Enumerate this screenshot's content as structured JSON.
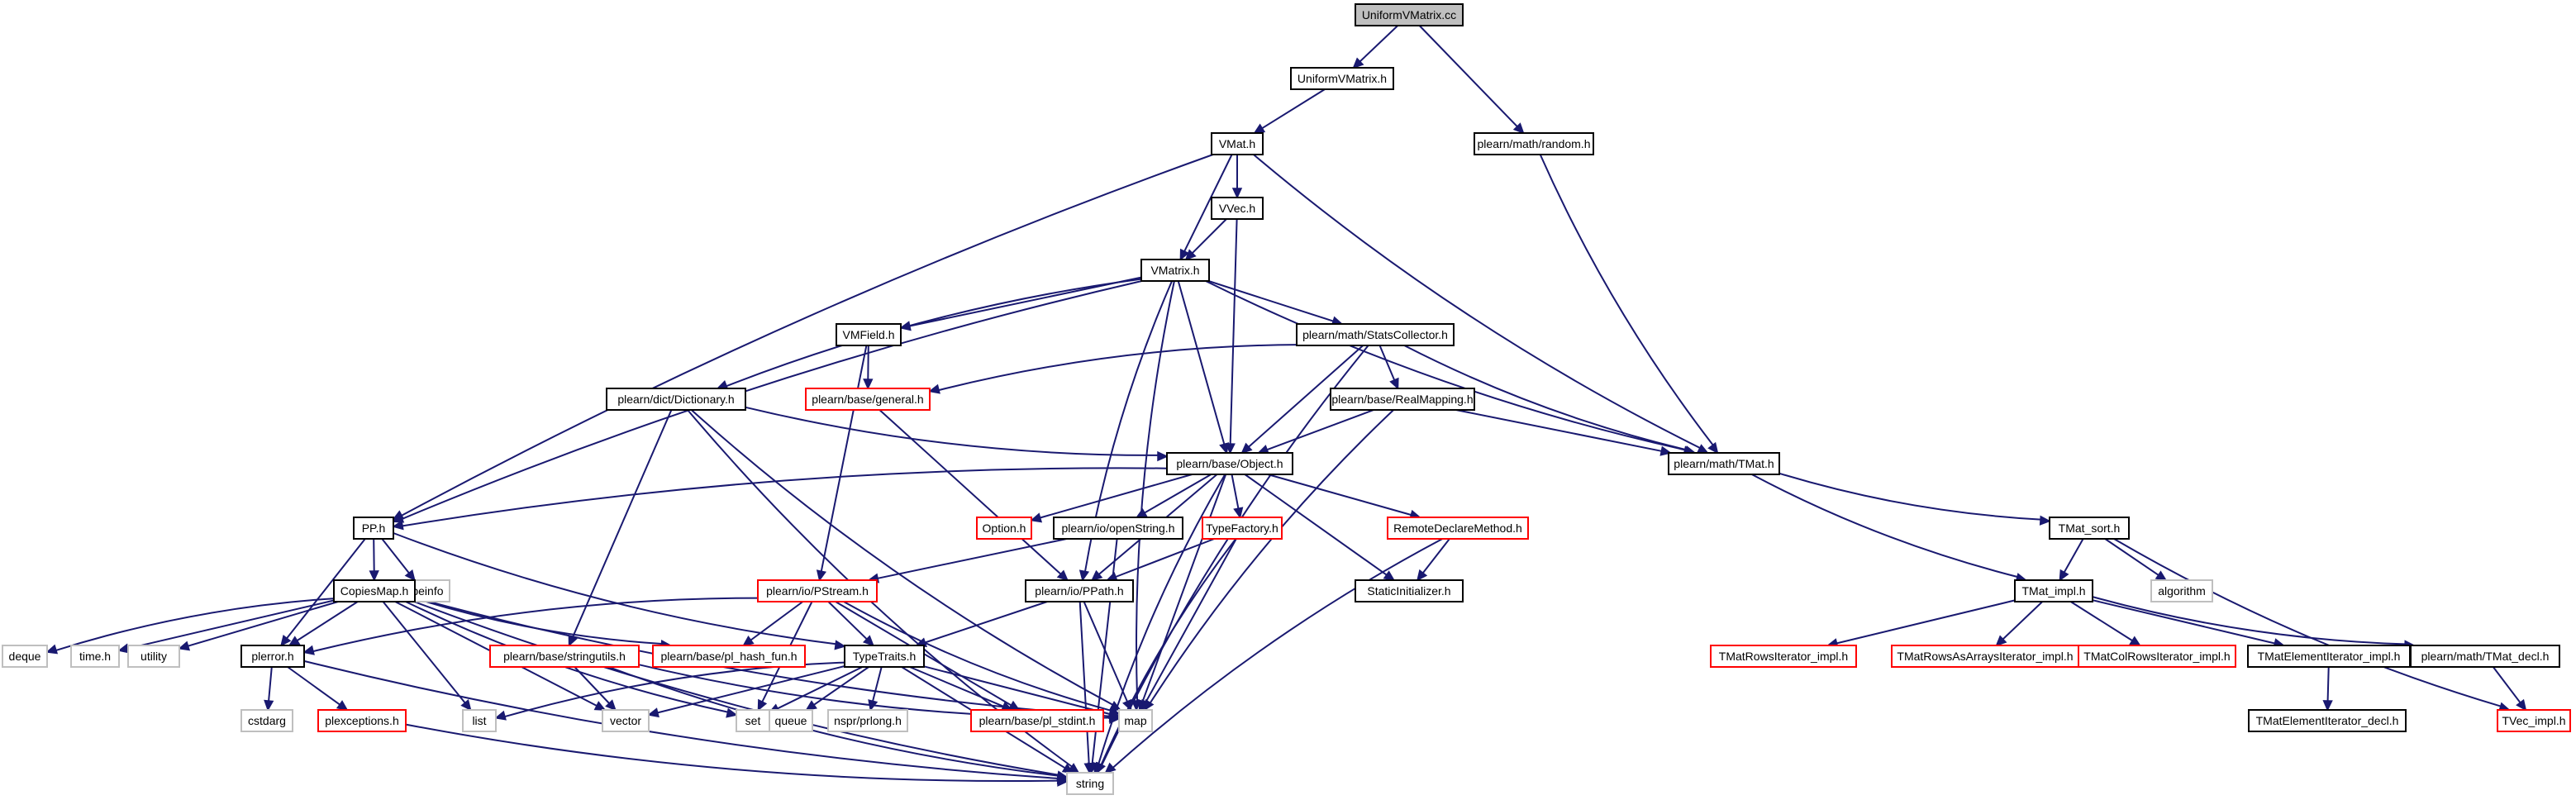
{
  "colors": {
    "normal_border": "#000000",
    "truncated_border": "#ff0000",
    "system_border": "#bfbfbf",
    "root_fill": "#bfbfbf",
    "edge": "#191970",
    "text": "#000000"
  },
  "nodes": [
    {
      "id": "UniformVMatrix_cc",
      "label": "UniformVMatrix.cc",
      "kind": "root"
    },
    {
      "id": "UniformVMatrix_h",
      "label": "UniformVMatrix.h",
      "kind": "normal"
    },
    {
      "id": "random_h",
      "label": "plearn/math/random.h",
      "kind": "normal"
    },
    {
      "id": "VMat_h",
      "label": "VMat.h",
      "kind": "normal"
    },
    {
      "id": "VVec_h",
      "label": "VVec.h",
      "kind": "normal"
    },
    {
      "id": "VMatrix_h",
      "label": "VMatrix.h",
      "kind": "normal"
    },
    {
      "id": "VMField_h",
      "label": "VMField.h",
      "kind": "normal"
    },
    {
      "id": "StatsCollector_h",
      "label": "plearn/math/StatsCollector.h",
      "kind": "normal"
    },
    {
      "id": "general_h",
      "label": "plearn/base/general.h",
      "kind": "truncated"
    },
    {
      "id": "RealMapping_h",
      "label": "plearn/base/RealMapping.h",
      "kind": "normal"
    },
    {
      "id": "Dictionary_h",
      "label": "plearn/dict/Dictionary.h",
      "kind": "normal"
    },
    {
      "id": "Object_h",
      "label": "plearn/base/Object.h",
      "kind": "normal"
    },
    {
      "id": "TMat_h",
      "label": "plearn/math/TMat.h",
      "kind": "normal"
    },
    {
      "id": "PP_h",
      "label": "PP.h",
      "kind": "normal"
    },
    {
      "id": "Option_h",
      "label": "Option.h",
      "kind": "truncated"
    },
    {
      "id": "openString_h",
      "label": "plearn/io/openString.h",
      "kind": "normal"
    },
    {
      "id": "TypeFactory_h",
      "label": "TypeFactory.h",
      "kind": "truncated"
    },
    {
      "id": "RemoteDeclareMethod_h",
      "label": "RemoteDeclareMethod.h",
      "kind": "truncated"
    },
    {
      "id": "TMat_sort_h",
      "label": "TMat_sort.h",
      "kind": "normal"
    },
    {
      "id": "typeinfo",
      "label": "typeinfo",
      "kind": "system"
    },
    {
      "id": "CopiesMap_h",
      "label": "CopiesMap.h",
      "kind": "normal"
    },
    {
      "id": "PStream_h",
      "label": "plearn/io/PStream.h",
      "kind": "truncated"
    },
    {
      "id": "PPath_h",
      "label": "plearn/io/PPath.h",
      "kind": "normal"
    },
    {
      "id": "StaticInitializer_h",
      "label": "StaticInitializer.h",
      "kind": "normal"
    },
    {
      "id": "TMat_impl_h",
      "label": "TMat_impl.h",
      "kind": "normal"
    },
    {
      "id": "algorithm",
      "label": "algorithm",
      "kind": "system"
    },
    {
      "id": "deque",
      "label": "deque",
      "kind": "system"
    },
    {
      "id": "time_h",
      "label": "time.h",
      "kind": "system"
    },
    {
      "id": "utility",
      "label": "utility",
      "kind": "system"
    },
    {
      "id": "plerror_h",
      "label": "plerror.h",
      "kind": "normal"
    },
    {
      "id": "stringutils_h",
      "label": "plearn/base/stringutils.h",
      "kind": "truncated"
    },
    {
      "id": "pl_hash_fun_h",
      "label": "plearn/base/pl_hash_fun.h",
      "kind": "truncated"
    },
    {
      "id": "TypeTraits_h",
      "label": "TypeTraits.h",
      "kind": "normal"
    },
    {
      "id": "TMatRowsIterator_impl_h",
      "label": "TMatRowsIterator_impl.h",
      "kind": "truncated"
    },
    {
      "id": "TMatRowsAsArraysIterator_impl_h",
      "label": "TMatRowsAsArraysIterator_impl.h",
      "kind": "truncated"
    },
    {
      "id": "TMatColRowsIterator_impl_h",
      "label": "TMatColRowsIterator_impl.h",
      "kind": "truncated"
    },
    {
      "id": "TMatElementIterator_impl_h",
      "label": "TMatElementIterator_impl.h",
      "kind": "normal"
    },
    {
      "id": "TMat_decl_h",
      "label": "plearn/math/TMat_decl.h",
      "kind": "normal"
    },
    {
      "id": "cstdarg",
      "label": "cstdarg",
      "kind": "system"
    },
    {
      "id": "plexceptions_h",
      "label": "plexceptions.h",
      "kind": "truncated"
    },
    {
      "id": "list",
      "label": "list",
      "kind": "system"
    },
    {
      "id": "vector",
      "label": "vector",
      "kind": "system"
    },
    {
      "id": "set",
      "label": "set",
      "kind": "system"
    },
    {
      "id": "queue",
      "label": "queue",
      "kind": "system"
    },
    {
      "id": "nspr_prlong_h",
      "label": "nspr/prlong.h",
      "kind": "system"
    },
    {
      "id": "pl_stdint_h",
      "label": "plearn/base/pl_stdint.h",
      "kind": "truncated"
    },
    {
      "id": "map",
      "label": "map",
      "kind": "system"
    },
    {
      "id": "TVec_impl_h",
      "label": "TVec_impl.h",
      "kind": "truncated"
    },
    {
      "id": "TMatElementIterator_decl_h",
      "label": "TMatElementIterator_decl.h",
      "kind": "normal"
    },
    {
      "id": "string",
      "label": "string",
      "kind": "system"
    }
  ],
  "edges": [
    [
      "UniformVMatrix_cc",
      "UniformVMatrix_h"
    ],
    [
      "UniformVMatrix_cc",
      "random_h"
    ],
    [
      "UniformVMatrix_h",
      "VMat_h"
    ],
    [
      "random_h",
      "TMat_h"
    ],
    [
      "VMat_h",
      "VVec_h"
    ],
    [
      "VMat_h",
      "VMatrix_h"
    ],
    [
      "VMat_h",
      "PP_h"
    ],
    [
      "VMat_h",
      "TMat_h"
    ],
    [
      "VVec_h",
      "VMatrix_h"
    ],
    [
      "VVec_h",
      "Object_h"
    ],
    [
      "VMatrix_h",
      "VMField_h"
    ],
    [
      "VMatrix_h",
      "StatsCollector_h"
    ],
    [
      "VMatrix_h",
      "Dictionary_h"
    ],
    [
      "VMatrix_h",
      "Object_h"
    ],
    [
      "VMatrix_h",
      "TMat_h"
    ],
    [
      "VMatrix_h",
      "PP_h"
    ],
    [
      "VMatrix_h",
      "PPath_h"
    ],
    [
      "VMatrix_h",
      "map"
    ],
    [
      "VMField_h",
      "general_h"
    ],
    [
      "VMField_h",
      "PStream_h"
    ],
    [
      "StatsCollector_h",
      "general_h"
    ],
    [
      "StatsCollector_h",
      "RealMapping_h"
    ],
    [
      "StatsCollector_h",
      "Object_h"
    ],
    [
      "StatsCollector_h",
      "TMat_h"
    ],
    [
      "StatsCollector_h",
      "string"
    ],
    [
      "general_h",
      "PPath_h"
    ],
    [
      "RealMapping_h",
      "Object_h"
    ],
    [
      "RealMapping_h",
      "TMat_h"
    ],
    [
      "RealMapping_h",
      "map"
    ],
    [
      "Dictionary_h",
      "Object_h"
    ],
    [
      "Dictionary_h",
      "stringutils_h"
    ],
    [
      "Dictionary_h",
      "map"
    ],
    [
      "Dictionary_h",
      "string"
    ],
    [
      "Object_h",
      "PP_h"
    ],
    [
      "Object_h",
      "Option_h"
    ],
    [
      "Object_h",
      "openString_h"
    ],
    [
      "Object_h",
      "TypeFactory_h"
    ],
    [
      "Object_h",
      "RemoteDeclareMethod_h"
    ],
    [
      "Object_h",
      "StaticInitializer_h"
    ],
    [
      "Object_h",
      "PPath_h"
    ],
    [
      "Object_h",
      "map"
    ],
    [
      "Object_h",
      "string"
    ],
    [
      "TMat_h",
      "TMat_sort_h"
    ],
    [
      "TMat_h",
      "TMat_impl_h"
    ],
    [
      "PP_h",
      "typeinfo"
    ],
    [
      "PP_h",
      "CopiesMap_h"
    ],
    [
      "PP_h",
      "plerror_h"
    ],
    [
      "PP_h",
      "TypeTraits_h"
    ],
    [
      "openString_h",
      "PStream_h"
    ],
    [
      "openString_h",
      "string"
    ],
    [
      "TypeFactory_h",
      "PPath_h"
    ],
    [
      "TypeFactory_h",
      "map"
    ],
    [
      "TypeFactory_h",
      "string"
    ],
    [
      "RemoteDeclareMethod_h",
      "StaticInitializer_h"
    ],
    [
      "RemoteDeclareMethod_h",
      "string"
    ],
    [
      "TMat_sort_h",
      "TMat_impl_h"
    ],
    [
      "TMat_sort_h",
      "algorithm"
    ],
    [
      "TMat_sort_h",
      "TVec_impl_h"
    ],
    [
      "CopiesMap_h",
      "deque"
    ],
    [
      "CopiesMap_h",
      "time_h"
    ],
    [
      "CopiesMap_h",
      "utility"
    ],
    [
      "CopiesMap_h",
      "plerror_h"
    ],
    [
      "CopiesMap_h",
      "pl_hash_fun_h"
    ],
    [
      "CopiesMap_h",
      "list"
    ],
    [
      "CopiesMap_h",
      "vector"
    ],
    [
      "CopiesMap_h",
      "set"
    ],
    [
      "CopiesMap_h",
      "map"
    ],
    [
      "CopiesMap_h",
      "string"
    ],
    [
      "PStream_h",
      "plerror_h"
    ],
    [
      "PStream_h",
      "pl_hash_fun_h"
    ],
    [
      "PStream_h",
      "TypeTraits_h"
    ],
    [
      "PStream_h",
      "set"
    ],
    [
      "PStream_h",
      "map"
    ],
    [
      "PStream_h",
      "pl_stdint_h"
    ],
    [
      "PPath_h",
      "TypeTraits_h"
    ],
    [
      "PPath_h",
      "map"
    ],
    [
      "PPath_h",
      "string"
    ],
    [
      "TMat_impl_h",
      "TMatRowsIterator_impl_h"
    ],
    [
      "TMat_impl_h",
      "TMatRowsAsArraysIterator_impl_h"
    ],
    [
      "TMat_impl_h",
      "TMatColRowsIterator_impl_h"
    ],
    [
      "TMat_impl_h",
      "TMatElementIterator_impl_h"
    ],
    [
      "TMat_impl_h",
      "TMat_decl_h"
    ],
    [
      "plerror_h",
      "cstdarg"
    ],
    [
      "plerror_h",
      "plexceptions_h"
    ],
    [
      "plerror_h",
      "string"
    ],
    [
      "stringutils_h",
      "vector"
    ],
    [
      "stringutils_h",
      "map"
    ],
    [
      "stringutils_h",
      "string"
    ],
    [
      "TypeTraits_h",
      "list"
    ],
    [
      "TypeTraits_h",
      "vector"
    ],
    [
      "TypeTraits_h",
      "set"
    ],
    [
      "TypeTraits_h",
      "queue"
    ],
    [
      "TypeTraits_h",
      "nspr_prlong_h"
    ],
    [
      "TypeTraits_h",
      "pl_stdint_h"
    ],
    [
      "TypeTraits_h",
      "map"
    ],
    [
      "TypeTraits_h",
      "string"
    ],
    [
      "TMatElementIterator_impl_h",
      "TMatElementIterator_decl_h"
    ],
    [
      "TMat_decl_h",
      "TVec_impl_h"
    ],
    [
      "plexceptions_h",
      "string"
    ]
  ]
}
